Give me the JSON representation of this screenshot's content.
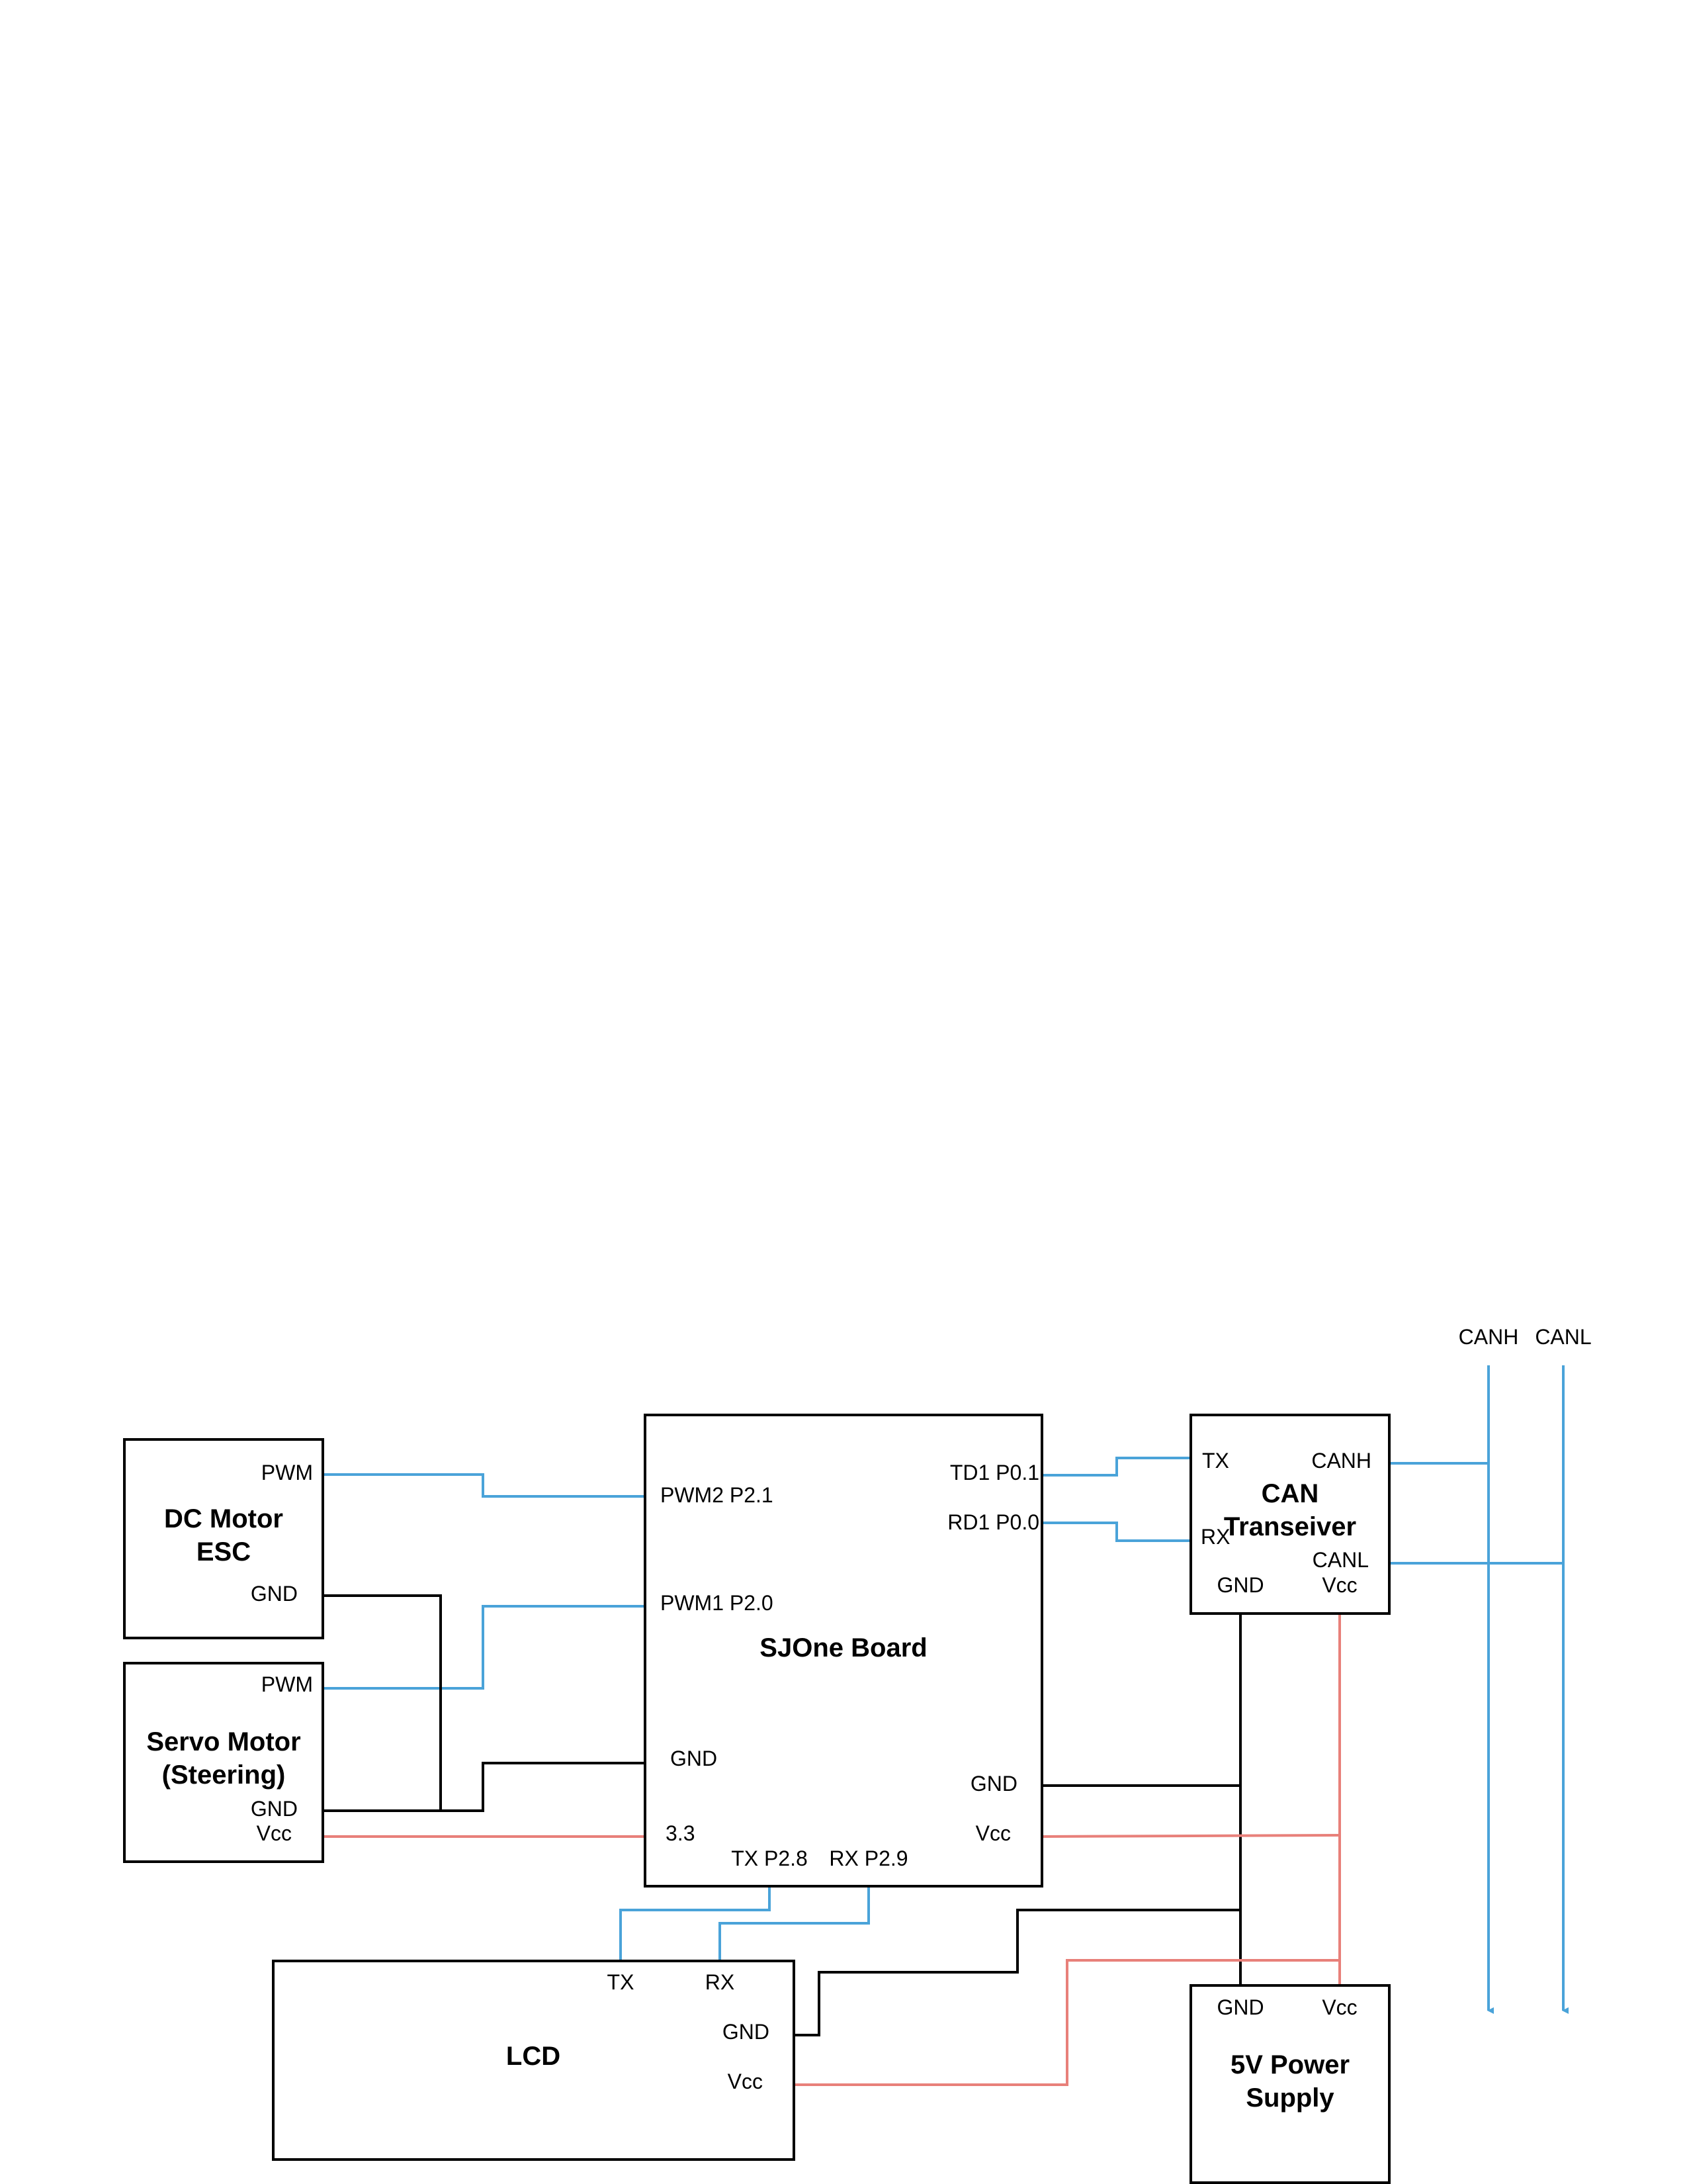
{
  "colors": {
    "signal": "#4AA3D9",
    "ground": "#000000",
    "power": "#E8807A",
    "box_border": "#000000",
    "background": "#ffffff"
  },
  "bus": {
    "canh_label": "CANH",
    "canl_label": "CANL"
  },
  "blocks": {
    "dc_motor_esc": {
      "title_line1": "DC Motor",
      "title_line2": "ESC",
      "pwm": "PWM",
      "gnd": "GND"
    },
    "servo_motor": {
      "title_line1": "Servo Motor",
      "title_line2": "(Steering)",
      "pwm": "PWM",
      "gnd": "GND",
      "vcc": "Vcc"
    },
    "sjone_board": {
      "title": "SJOne Board",
      "pwm2": "PWM2 P2.1",
      "pwm1": "PWM1 P2.0",
      "gnd_left": "GND",
      "v33": "3.3",
      "td1": "TD1 P0.1",
      "rd1": "RD1 P0.0",
      "gnd_right": "GND",
      "vcc": "Vcc",
      "tx": "TX P2.8",
      "rx": "RX P2.9"
    },
    "can_transceiver": {
      "title_line1": "CAN",
      "title_line2": "Transeiver",
      "tx": "TX",
      "rx": "RX",
      "canh": "CANH",
      "canl": "CANL",
      "gnd": "GND",
      "vcc": "Vcc"
    },
    "lcd": {
      "title": "LCD",
      "tx": "TX",
      "rx": "RX",
      "gnd": "GND",
      "vcc": "Vcc"
    },
    "power_supply": {
      "title_line1": "5V Power",
      "title_line2": "Supply",
      "gnd": "GND",
      "vcc": "Vcc"
    }
  }
}
